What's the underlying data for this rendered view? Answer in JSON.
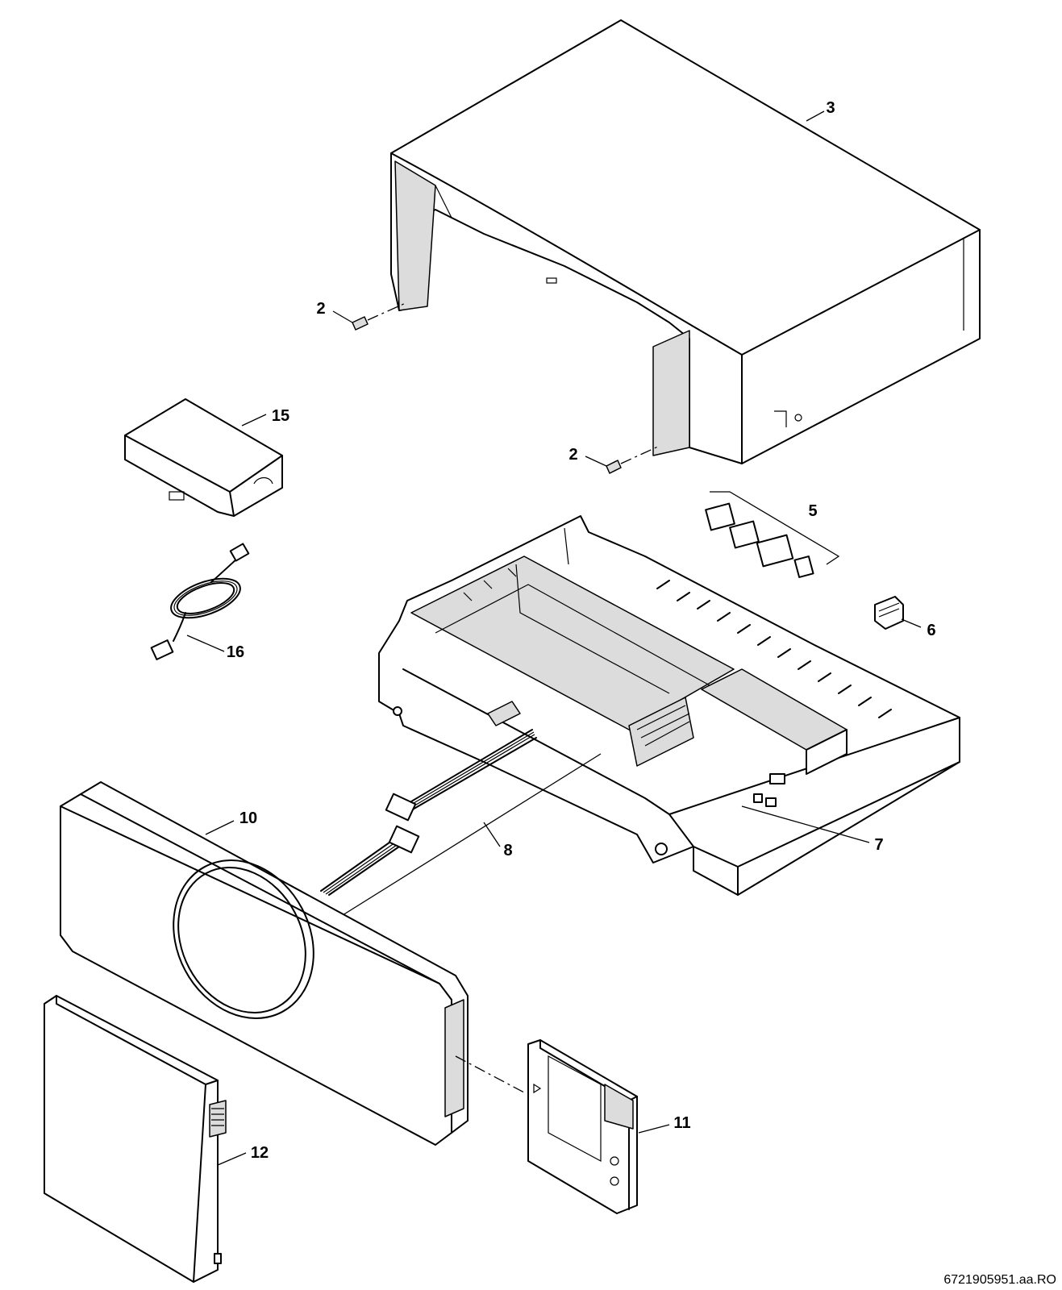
{
  "diagram": {
    "callouts": {
      "c2a": "2",
      "c2b": "2",
      "c3": "3",
      "c5": "5",
      "c6": "6",
      "c7": "7",
      "c8": "8",
      "c10": "10",
      "c11": "11",
      "c12": "12",
      "c15": "15",
      "c16": "16"
    },
    "drawing_code": "6721905951.aa.RO"
  }
}
